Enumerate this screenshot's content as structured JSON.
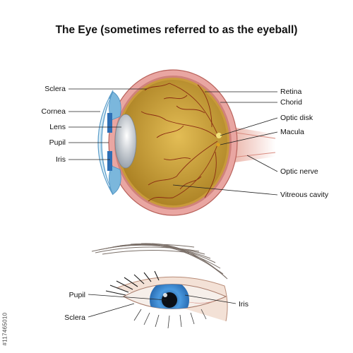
{
  "title": "The Eye (sometimes referred to as the eyeball)",
  "stock_id": "#117465010",
  "cross_section_labels": {
    "sclera": "Sclera",
    "cornea": "Cornea",
    "lens": "Lens",
    "pupil": "Pupil",
    "iris": "Iris",
    "retina": "Retina",
    "chorid": "Chorid",
    "optic_disk": "Optic disk",
    "macula": "Macula",
    "optic_nerve": "Optic nerve",
    "vitreous_cavity": "Vitreous cavity"
  },
  "external_eye_labels": {
    "pupil": "Pupil",
    "sclera": "Sclera",
    "iris": "Iris"
  },
  "colors": {
    "sclera_wall": "#e9a6a2",
    "vitreous": "#c39a32",
    "vessels": "#8a2a12",
    "iris_blue": "#3f8fd6",
    "lens": "#d9dde3",
    "optic_nerve": "#f1c9b9"
  }
}
